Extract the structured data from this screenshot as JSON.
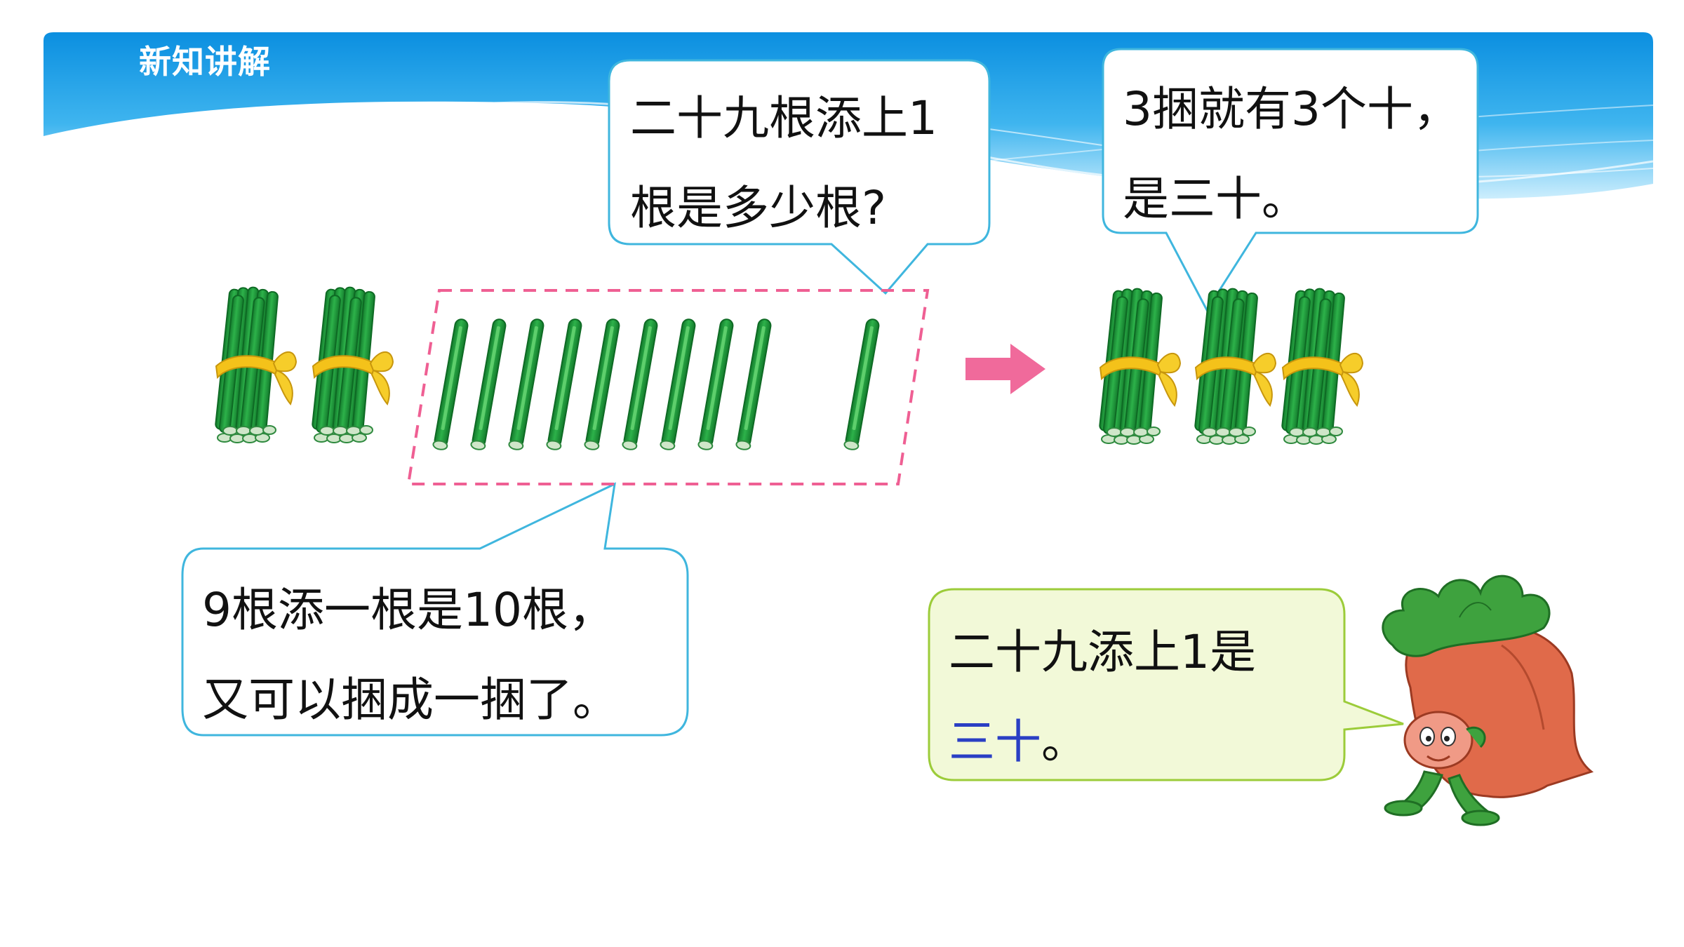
{
  "header": {
    "title": "新知讲解"
  },
  "bubbles": {
    "question": {
      "line1": "二十九根添上1",
      "line2": "根是多少根?"
    },
    "result": {
      "line1": "3捆就有3个十，",
      "line2": "是三十。"
    },
    "explain": {
      "line1": "9根添一根是10根，",
      "line2": "又可以捆成一捆了。"
    },
    "summary": {
      "line1": "二十九添上1是",
      "answer": "三十",
      "ending": "。"
    }
  },
  "illustration": {
    "left_bundles": 2,
    "loose_sticks": 9,
    "added_sticks": 1,
    "right_bundles": 3,
    "colors": {
      "stick": "#1f9a3c",
      "stick_highlight": "#5fd26a",
      "ribbon": "#f4c21a",
      "arrow": "#f06a9b",
      "dashed_box": "#ef5f93",
      "bubble_blue_border": "#3fb6de",
      "bubble_green_border": "#9ccc3a",
      "bubble_green_fill": "#f2f9d8",
      "header_blue": "#1aa0e6",
      "answer_text": "#2a3fc4"
    },
    "icons": [
      "stick-bundle-icon",
      "single-stick-icon",
      "right-arrow-icon",
      "radish-mascot-icon"
    ]
  }
}
